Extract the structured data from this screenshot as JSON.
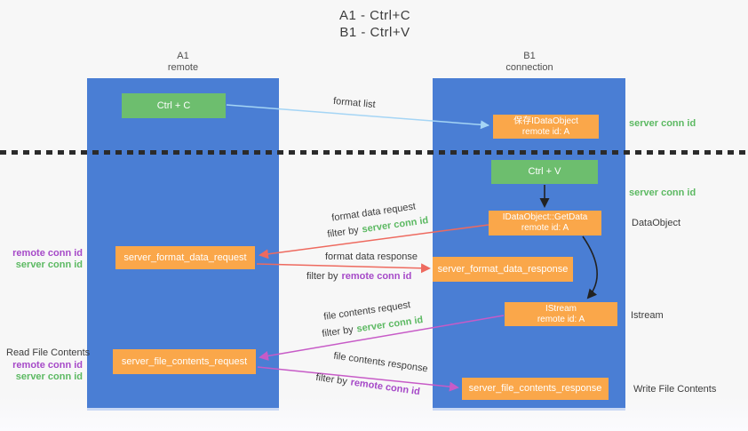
{
  "title": {
    "line1": "A1 - Ctrl+C",
    "line2": "B1 - Ctrl+V"
  },
  "lanes": {
    "a1": {
      "name": "A1",
      "role": "remote"
    },
    "b1": {
      "name": "B1",
      "role": "connection"
    }
  },
  "nodes": {
    "ctrl_c": "Ctrl + C",
    "ctrl_v": "Ctrl + V",
    "save_idataobject": {
      "line1": "保存IDataObject",
      "line2": "remote id: A"
    },
    "getdata": {
      "line1": "IDataObject::GetData",
      "line2": "remote id: A"
    },
    "istream": {
      "line1": "IStream",
      "line2": "remote id: A"
    },
    "format_request": "server_format_data_request",
    "format_response": "server_format_data_response",
    "file_request": "server_file_contents_request",
    "file_response": "server_file_contents_response"
  },
  "arrow_labels": {
    "format_list": "format list",
    "format_data_request": "format data request",
    "format_data_response": "format data response",
    "file_contents_request": "file contents request",
    "file_contents_response": "file contents response",
    "filter_by": "filter by",
    "server_conn_id": "server conn id",
    "remote_conn_id": "remote conn id"
  },
  "side_labels": {
    "server_conn_id": "server conn id",
    "remote_conn_id": "remote conn id",
    "dataobject": "DataObject",
    "istream": "Istream",
    "read_file_contents": "Read File Contents",
    "write_file_contents": "Write File Contents"
  },
  "colors": {
    "lane_blue": "#4a7ed4",
    "node_green": "#6dbe6e",
    "node_orange": "#faa74a",
    "arrow_light_blue": "#a5d5f5",
    "arrow_red": "#ee6a5f",
    "arrow_magenta": "#c75bc7",
    "arrow_black": "#222222",
    "text_green": "#5cb962",
    "text_purple": "#a64ac8",
    "text_dark": "#3c3c3c"
  }
}
